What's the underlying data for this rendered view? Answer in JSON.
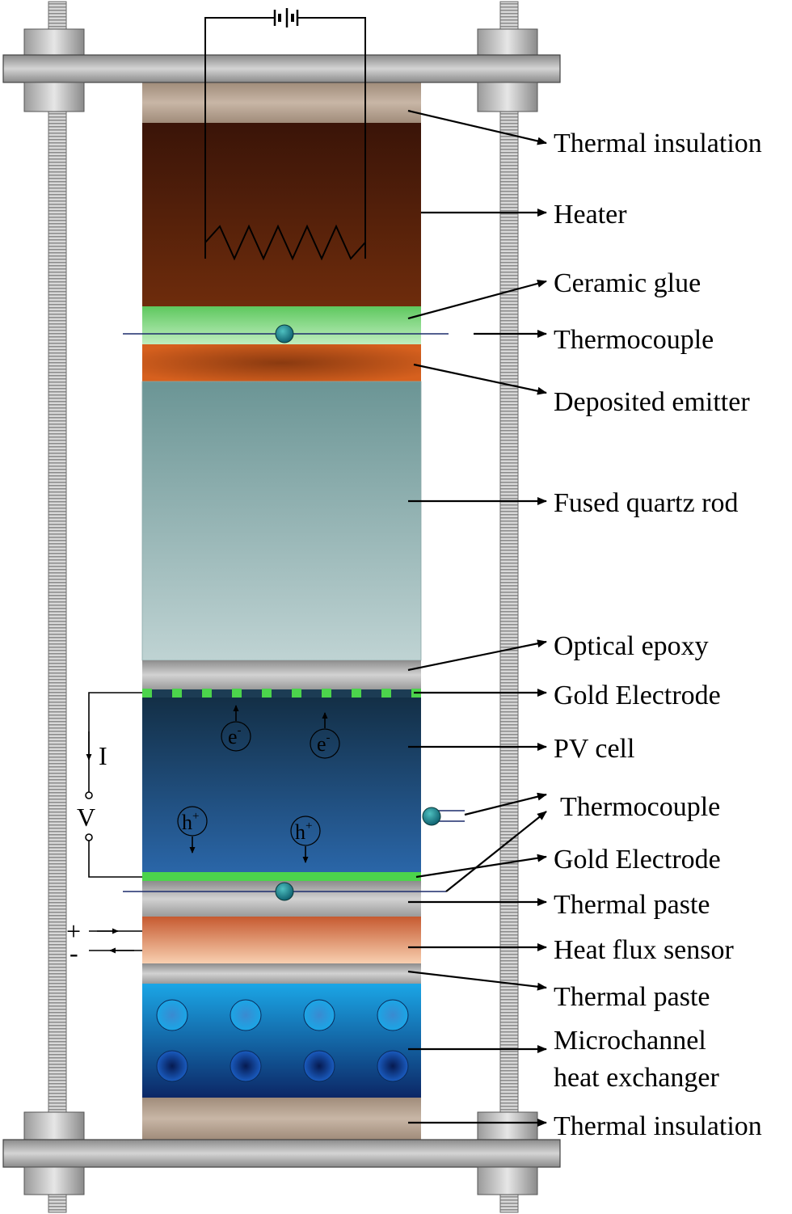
{
  "labels": {
    "thermal_insulation_top": "Thermal insulation",
    "heater": "Heater",
    "ceramic_glue": "Ceramic glue",
    "thermocouple_top": "Thermocouple",
    "deposited_emitter": "Deposited emitter",
    "fused_quartz_rod": "Fused quartz rod",
    "optical_epoxy": "Optical epoxy",
    "gold_electrode_top": "Gold Electrode",
    "pv_cell": "PV cell",
    "thermocouple_mid": "Thermocouple",
    "gold_electrode_bottom": "Gold Electrode",
    "thermal_paste_top": "Thermal paste",
    "heat_flux_sensor": "Heat flux sensor",
    "thermal_paste_bottom": "Thermal paste",
    "microchannel_line1": "Microchannel",
    "microchannel_line2": "heat exchanger",
    "thermal_insulation_bottom": "Thermal insulation"
  },
  "circuit": {
    "current": "I",
    "voltage": "V",
    "plus": "+",
    "minus": "-"
  },
  "carriers": {
    "electron": "e",
    "electron_sup": "-",
    "hole": "h",
    "hole_sup": "+"
  },
  "colors": {
    "insulation": "#b09c8c",
    "heater_top": "#3a1408",
    "heater_bottom": "#6e2c0c",
    "ceramic_glue": "#8ad68a",
    "emitter": "#c95a1e",
    "quartz_top": "#6b9595",
    "quartz_bottom": "#bfd3d3",
    "epoxy": "#a8a8a8",
    "gold_electrode": "#4cd44c",
    "pv_top": "#143650",
    "pv_bottom": "#2a64a4",
    "heat_flux_top": "#c85a30",
    "heat_flux_bottom": "#f6c8a8",
    "microchannel_top": "#1aa0e0",
    "microchannel_bottom": "#0e2a68",
    "bolt_metal": "#b4b4b4",
    "thermocouple_bead": "#1e8c8c",
    "wire": "#1c2c6c"
  }
}
